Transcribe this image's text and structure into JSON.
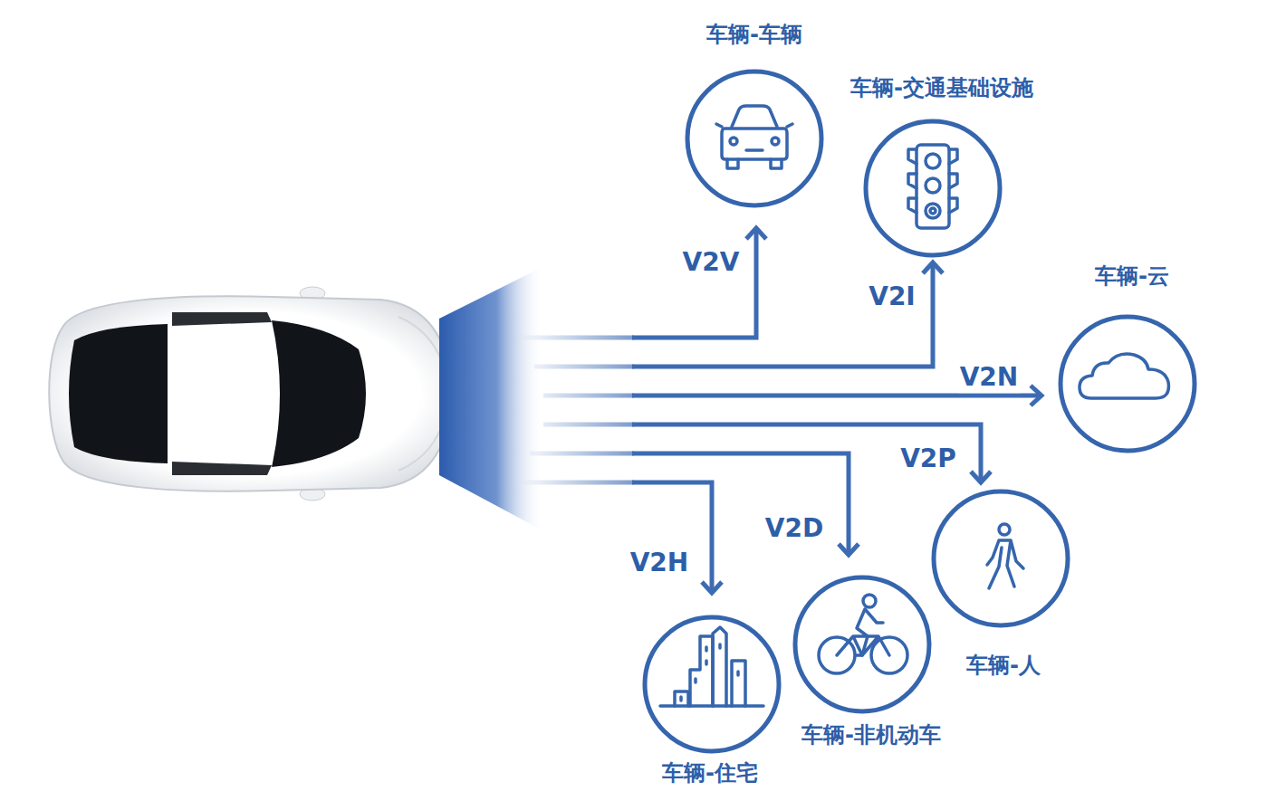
{
  "diagram": {
    "nodes": [
      {
        "text": [
          "车辆-车辆"
        ]
      },
      {
        "text": [
          "车辆-交通基础设施"
        ]
      },
      {
        "text": [
          "车辆-云"
        ]
      },
      {
        "text": [
          "车辆-人"
        ]
      },
      {
        "text": [
          "车辆-非机动车"
        ]
      },
      {
        "text": [
          "车辆-住宅"
        ]
      }
    ],
    "labels": [
      "V2V",
      "V2I",
      "V2N",
      "V2P",
      "V2D",
      "V2H"
    ]
  }
}
